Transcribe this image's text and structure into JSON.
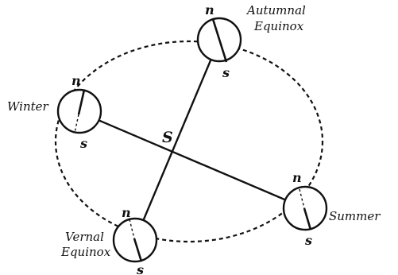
{
  "diagram": {
    "sun_label": "S",
    "positions": [
      {
        "id": "autumnal",
        "label_lines": [
          "Autumnal",
          "Equinox"
        ],
        "north": "n",
        "south": "s"
      },
      {
        "id": "winter",
        "label_lines": [
          "Winter"
        ],
        "north": "n",
        "south": "s"
      },
      {
        "id": "summer",
        "label_lines": [
          "Summer"
        ],
        "north": "n",
        "south": "s"
      },
      {
        "id": "vernal",
        "label_lines": [
          "Vernal",
          "Equinox"
        ],
        "north": "n",
        "south": "s"
      }
    ]
  }
}
